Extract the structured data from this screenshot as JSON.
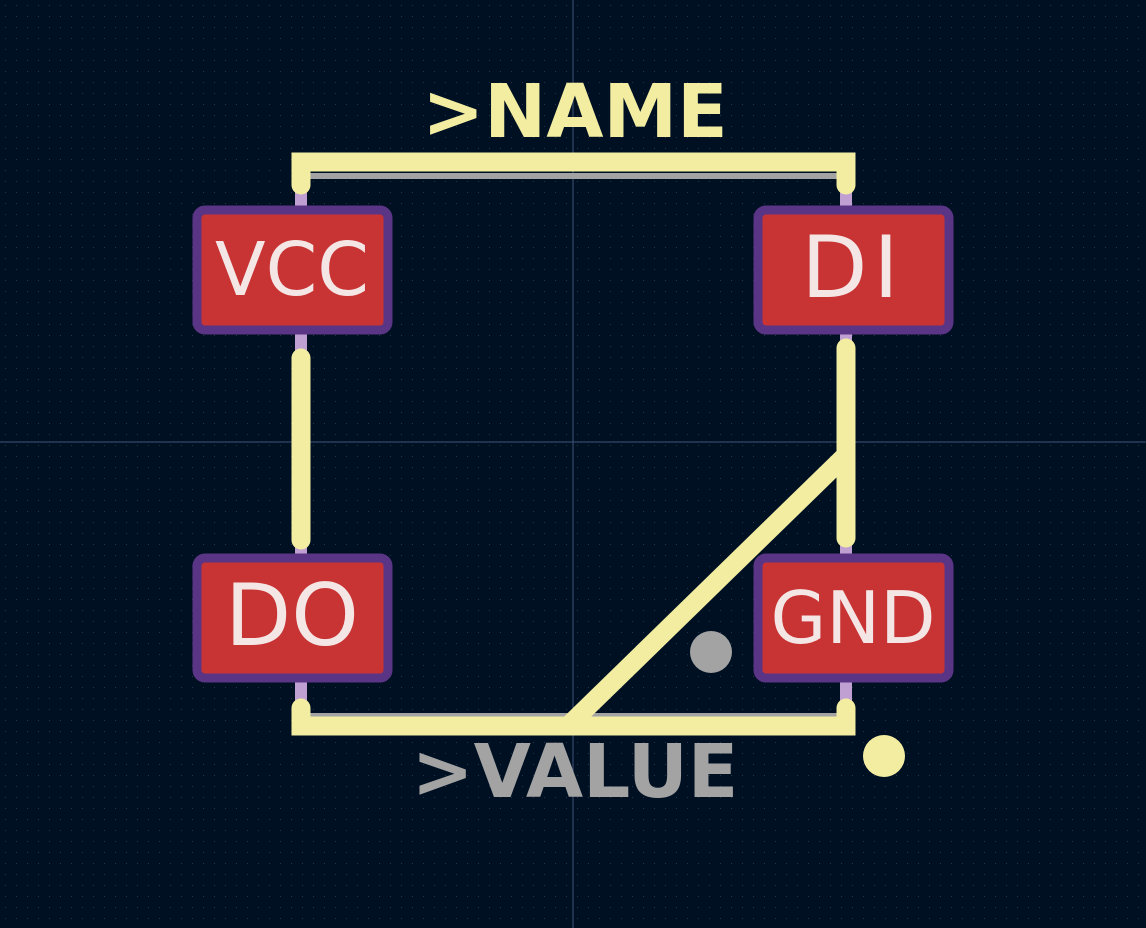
{
  "footprint": {
    "name_label": ">NAME",
    "value_label": ">VALUE",
    "pads": [
      {
        "id": "vcc",
        "label": "VCC"
      },
      {
        "id": "di",
        "label": "DI"
      },
      {
        "id": "do",
        "label": "DO"
      },
      {
        "id": "gnd",
        "label": "GND"
      }
    ]
  },
  "colors": {
    "background": "#001023",
    "grid_dot": "#24354d",
    "crosshair": "#3e5577",
    "silkscreen": "#f2eda1",
    "fab_outline": "#a3a3a3",
    "pad_fill": "#c83434",
    "pad_outline": "#5b3585",
    "pad_text": "#f5e6e6",
    "pad_lead": "#c09fd2"
  }
}
